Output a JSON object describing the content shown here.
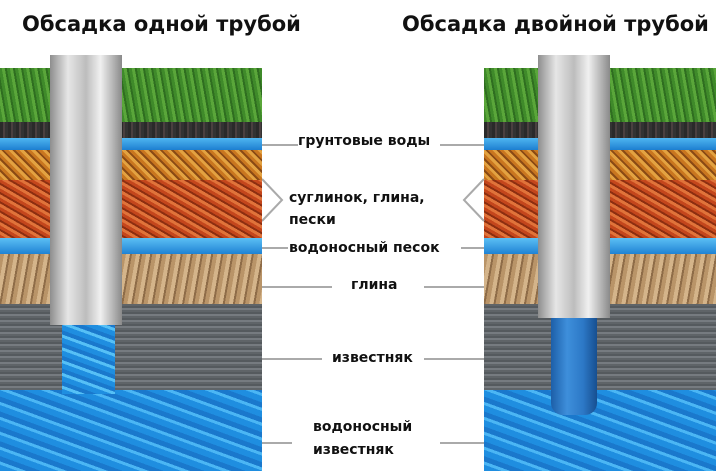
{
  "titles": {
    "single": "Обсадка одной трубой",
    "double": "Обсадка двойной трубой"
  },
  "labels": {
    "groundwater": "грунтовые воды",
    "loam_line1": "суглинок, глина,",
    "loam_line2": "пески",
    "aquifer_sand": "водоносный песок",
    "clay": "глина",
    "limestone": "известняк",
    "aquifer_limestone_line1": "водоносный",
    "aquifer_limestone_line2": "известняк"
  }
}
